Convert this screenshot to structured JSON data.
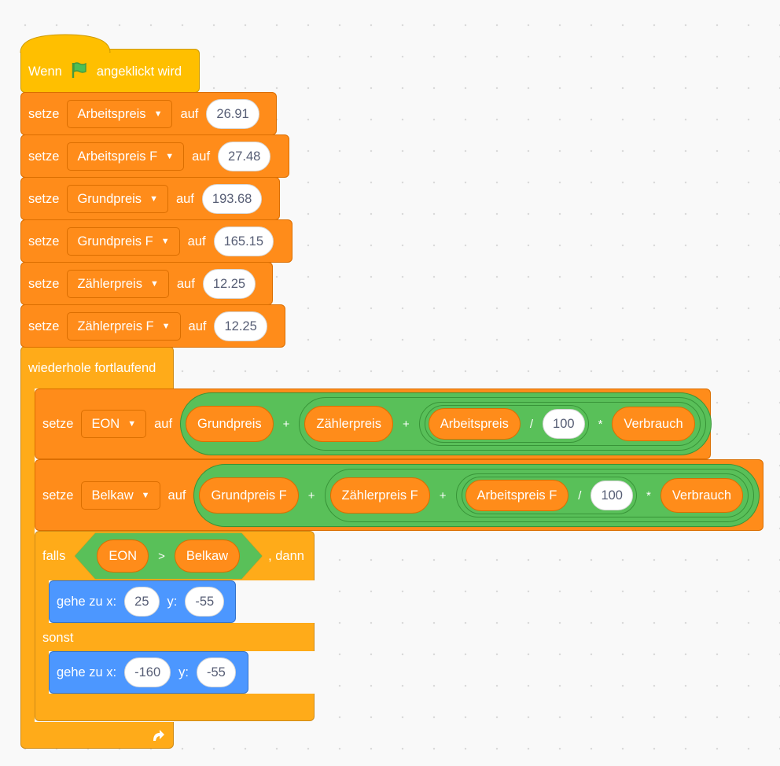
{
  "hat": {
    "when": "Wenn",
    "clicked": "angeklickt wird",
    "icon": "green-flag-icon"
  },
  "set_blocks": [
    {
      "label": "setze",
      "var": "Arbeitspreis",
      "to": "auf",
      "value": "26.91"
    },
    {
      "label": "setze",
      "var": "Arbeitspreis F",
      "to": "auf",
      "value": "27.48"
    },
    {
      "label": "setze",
      "var": "Grundpreis",
      "to": "auf",
      "value": "193.68"
    },
    {
      "label": "setze",
      "var": "Grundpreis F",
      "to": "auf",
      "value": "165.15"
    },
    {
      "label": "setze",
      "var": "Zählerpreis",
      "to": "auf",
      "value": "12.25"
    },
    {
      "label": "setze",
      "var": "Zählerpreis F",
      "to": "auf",
      "value": "12.25"
    }
  ],
  "forever": {
    "label": "wiederhole fortlaufend",
    "icon": "loop-arrow-icon"
  },
  "eon_set": {
    "label": "setze",
    "var": "EON",
    "to": "auf",
    "grund": "Grundpreis",
    "plus1": "+",
    "zaehler": "Zählerpreis",
    "plus2": "+",
    "arbeit": "Arbeitspreis",
    "div": "/",
    "hundred": "100",
    "mul": "*",
    "verbrauch": "Verbrauch"
  },
  "belkaw_set": {
    "label": "setze",
    "var": "Belkaw",
    "to": "auf",
    "grund": "Grundpreis F",
    "plus1": "+",
    "zaehler": "Zählerpreis F",
    "plus2": "+",
    "arbeit": "Arbeitspreis F",
    "div": "/",
    "hundred": "100",
    "mul": "*",
    "verbrauch": "Verbrauch"
  },
  "if_block": {
    "if": "falls",
    "left": "EON",
    "op": ">",
    "right": "Belkaw",
    "then": ", dann",
    "else": "sonst"
  },
  "goto1": {
    "label": "gehe zu x:",
    "x": "25",
    "ylabel": "y:",
    "y": "-55"
  },
  "goto2": {
    "label": "gehe zu x:",
    "x": "-160",
    "ylabel": "y:",
    "y": "-55"
  },
  "colors": {
    "events": "#ffbf00",
    "variables": "#ff8c1a",
    "control": "#ffab19",
    "operators": "#59c059",
    "motion": "#4c97ff"
  }
}
